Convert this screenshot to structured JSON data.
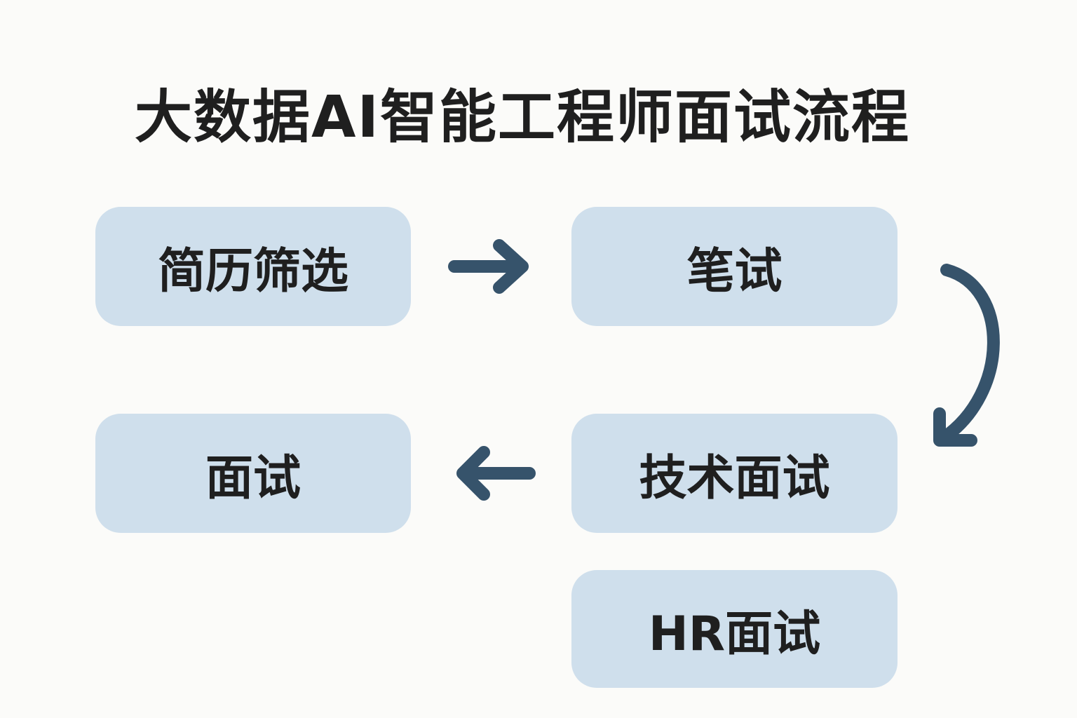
{
  "title": "大数据AI智能工程师面试流程",
  "steps": [
    {
      "label": "简历筛选"
    },
    {
      "label": "笔试"
    },
    {
      "label": "技术面试"
    },
    {
      "label": "面试"
    },
    {
      "label": "HR面试"
    }
  ],
  "colors": {
    "arrow": "#36536b",
    "box": "#cfdfec"
  }
}
